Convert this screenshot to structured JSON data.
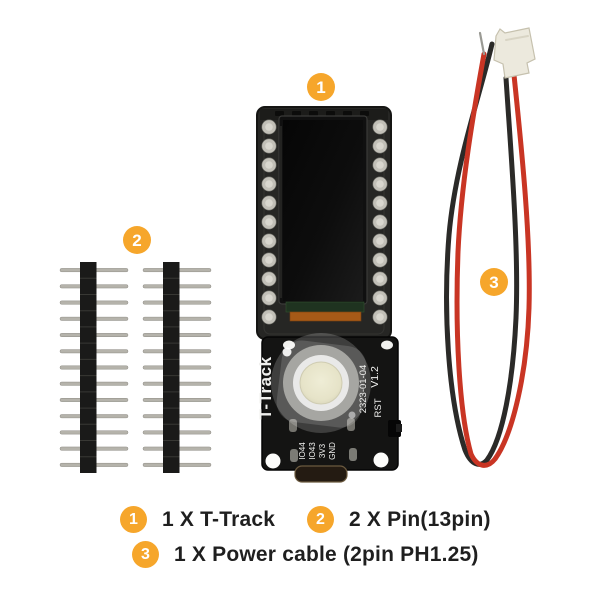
{
  "colors": {
    "background": "#ffffff",
    "accent_orange": "#F6A62B",
    "legend_text": "#1F1F1F",
    "wire_red": "#C93524",
    "wire_black": "#2B2A28",
    "pcb_black": "#141413",
    "pin_silver": "#B5B3AB",
    "display_black": "#0A0A0A",
    "button_cream": "#E9E6CC"
  },
  "board": {
    "badge": "1",
    "silkscreen_name": "T-Track",
    "silkscreen_date_code": "2323-01-04",
    "silkscreen_version": "V1.2",
    "silkscreen_reset": "RST",
    "silkscreen_pins": [
      "IO44",
      "IO43",
      "3V3",
      "GND"
    ]
  },
  "pin_headers": {
    "badge": "2",
    "header_count": 2,
    "pin_count": 13
  },
  "power_cable": {
    "badge": "3"
  },
  "legend": [
    {
      "badge": "1",
      "label": "1 X T-Track"
    },
    {
      "badge": "2",
      "label": "2 X Pin(13pin)"
    },
    {
      "badge": "3",
      "label": "1 X Power cable (2pin PH1.25)"
    }
  ]
}
